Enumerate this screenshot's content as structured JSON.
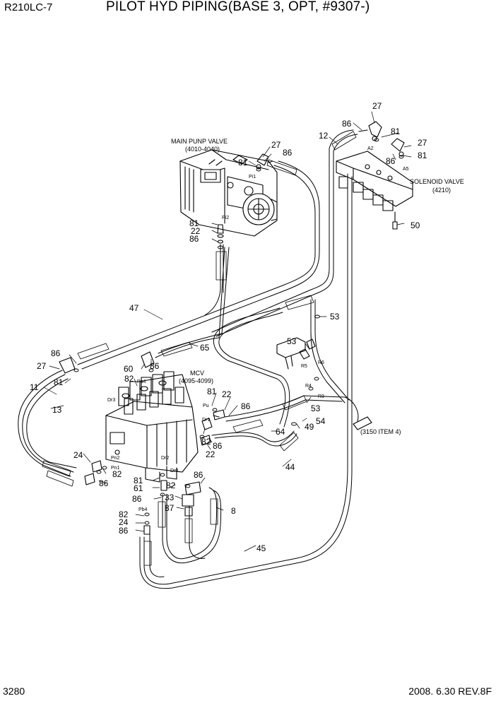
{
  "header": {
    "model": "R210LC-7",
    "title": "PILOT HYD PIPING(BASE 3, OPT, #9307-)"
  },
  "footer": {
    "page_number": "3280",
    "revision": "2008. 6.30  REV.8F"
  },
  "diagram": {
    "components": {
      "main_pump_valve": "MAIN PUNP VALVE",
      "main_pump_valve_code": "(4010-4040)",
      "solenoid_valve": "SOLENOID VALVE",
      "solenoid_valve_code": "(4210)",
      "mcv": "MCV",
      "mcv_code": "(4095-4099)",
      "ref_3150": "(3150 ITEM 4)"
    },
    "ports": {
      "pi1": "Pi1",
      "pi2": "Pi2",
      "a2": "A2",
      "a5": "A5",
      "dr3": "Dr3",
      "pa4": "Pa4",
      "pu": "Pu",
      "dr1": "Dr1",
      "pn2": "Pn2",
      "pn1": "Pn1",
      "dr2": "Dr2",
      "dr0": "Dr0",
      "pb4": "Pb4",
      "r4": "R4",
      "r3": "R3",
      "r5": "R5",
      "r6": "R6"
    },
    "callouts": {
      "c27_top": "27",
      "c86_top": "86",
      "c81_top": "81",
      "c12": "12",
      "c27_sv": "27",
      "c86_sv": "86",
      "c81_sv": "81",
      "c50": "50",
      "c27_pump": "27",
      "c86_pump": "86",
      "c81_pump": "81",
      "c81_pi2": "81",
      "c22_pi2": "22",
      "c86_pi2": "86",
      "c47": "47",
      "c53_a": "53",
      "c53_b": "53",
      "c86_left": "86",
      "c27_left": "27",
      "c65": "65",
      "c81_left": "81",
      "c60": "60",
      "c86_mcv": "86",
      "c82_mcv": "82",
      "c11": "11",
      "c13": "13",
      "c81_pu": "81",
      "c22_pu": "22",
      "c86_pu": "86",
      "c53_c": "53",
      "c54": "54",
      "c49": "49",
      "c64": "64",
      "c82_dr1": "82",
      "c86_dr1": "86",
      "c22_dr1": "22",
      "c24_a": "24",
      "c82_pn": "82",
      "c86_pn": "86",
      "c44": "44",
      "c81_b": "81",
      "c82_b": "82",
      "c86_b": "86",
      "c61": "61",
      "c33": "33",
      "c86_c": "86",
      "c87": "87",
      "c8": "8",
      "c82_pb": "82",
      "c24_b": "24",
      "c86_d": "86",
      "c45": "45"
    }
  }
}
